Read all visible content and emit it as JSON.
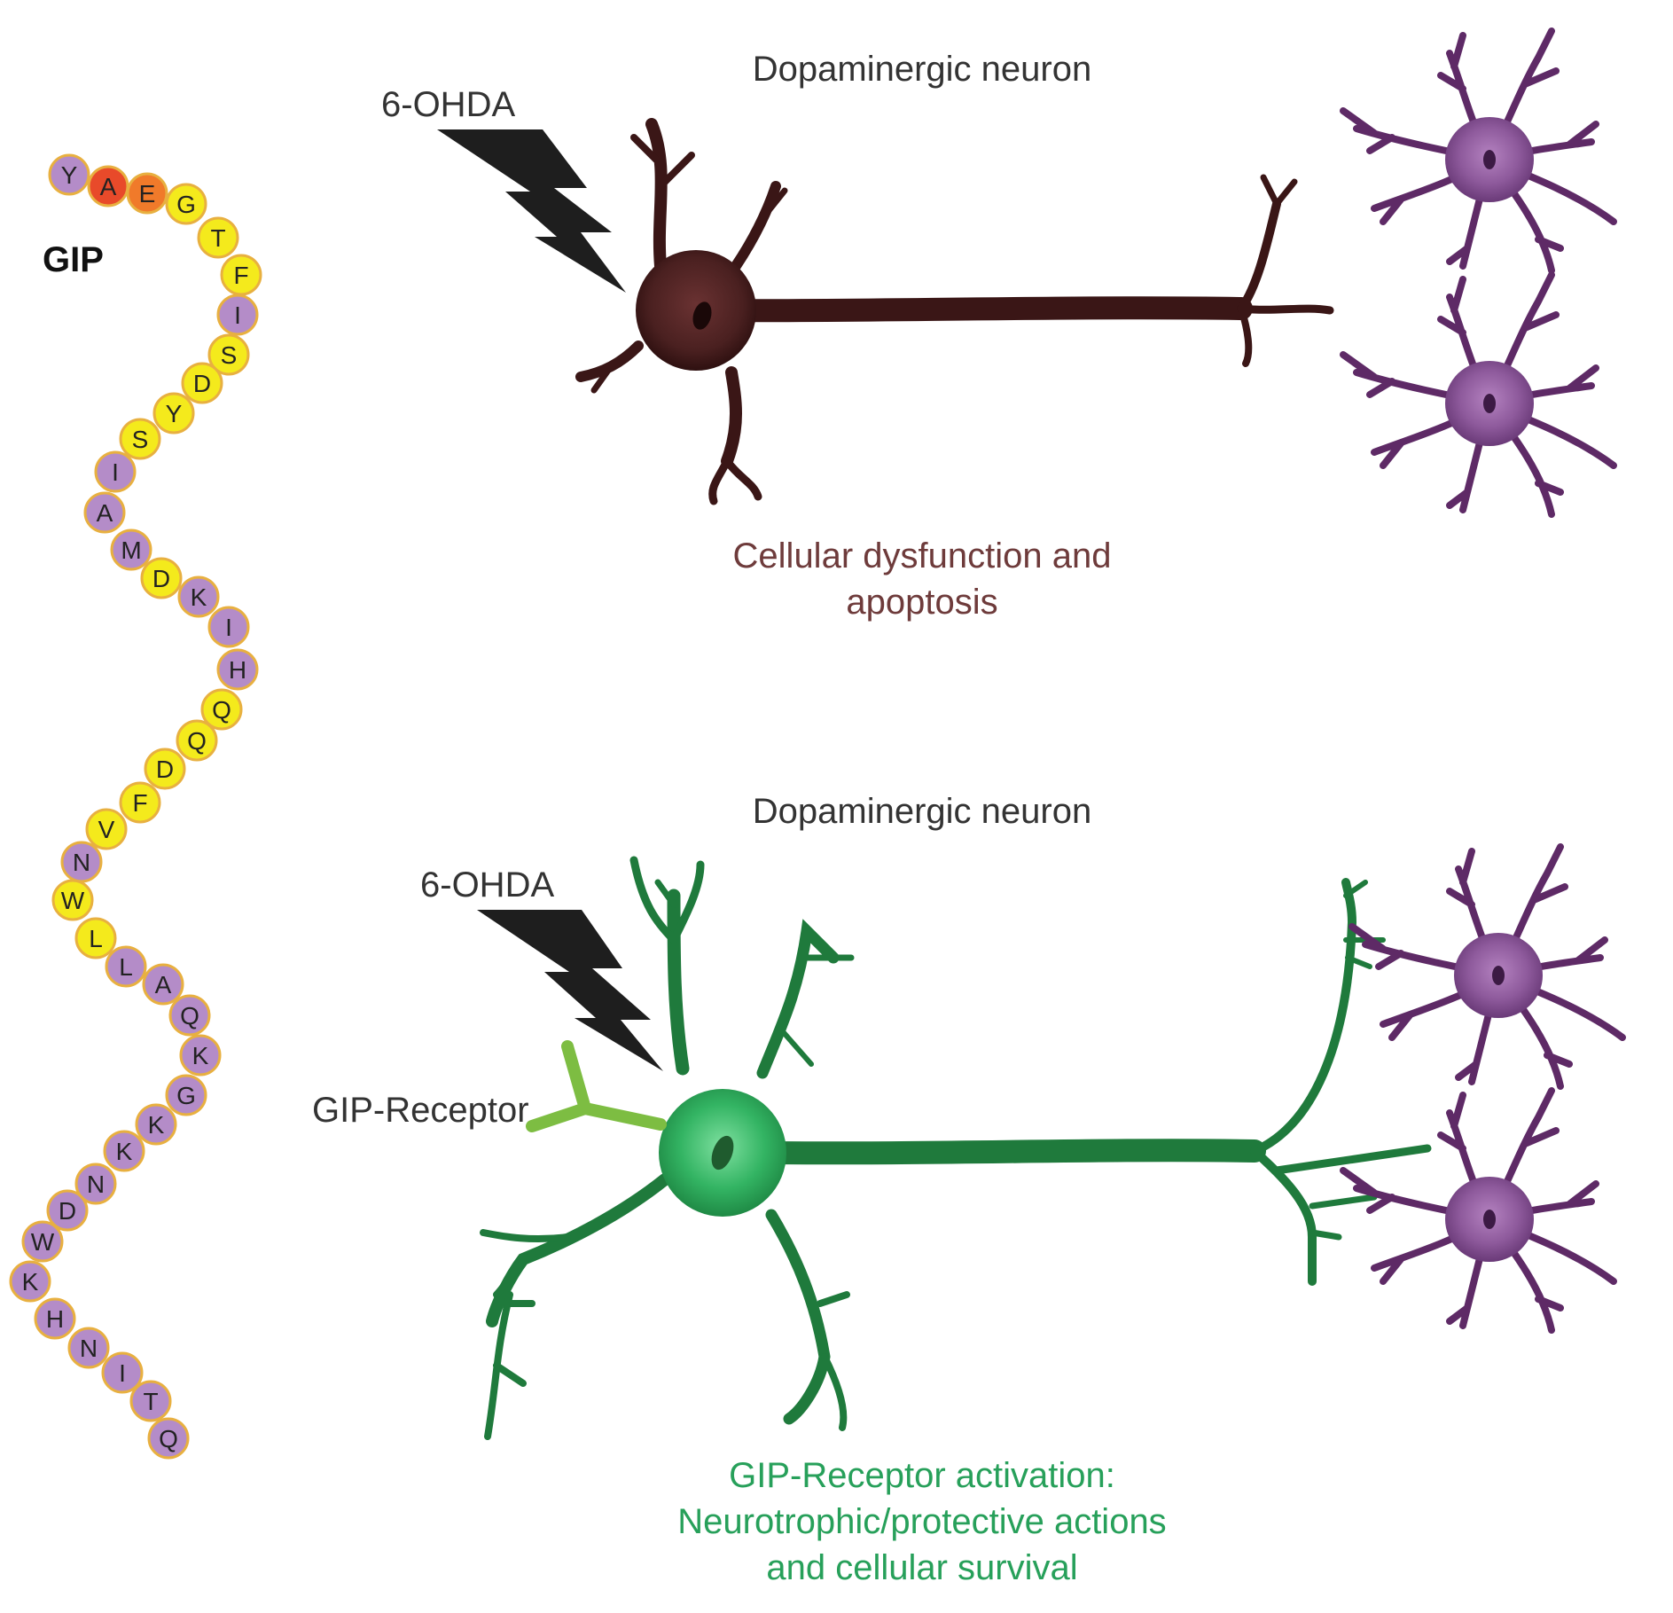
{
  "peptide": {
    "title": "GIP",
    "sequence": [
      "Y",
      "A",
      "E",
      "G",
      "T",
      "F",
      "I",
      "S",
      "D",
      "Y",
      "S",
      "I",
      "A",
      "M",
      "D",
      "K",
      "I",
      "H",
      "Q",
      "Q",
      "D",
      "F",
      "V",
      "N",
      "W",
      "L",
      "L",
      "A",
      "Q",
      "K",
      "G",
      "K",
      "K",
      "N",
      "D",
      "W",
      "K",
      "H",
      "N",
      "I",
      "T",
      "Q"
    ],
    "colors": {
      "purple": "#b48cc8",
      "yellow": "#f4ea1c",
      "orange": "#f07a2a",
      "red": "#e84a2a",
      "outline": "#e8b040"
    },
    "residue_color_keys": [
      "purple",
      "red",
      "orange",
      "yellow",
      "yellow",
      "yellow",
      "purple",
      "yellow",
      "yellow",
      "yellow",
      "yellow",
      "purple",
      "purple",
      "purple",
      "yellow",
      "purple",
      "purple",
      "purple",
      "yellow",
      "yellow",
      "yellow",
      "yellow",
      "yellow",
      "purple",
      "yellow",
      "yellow",
      "purple",
      "purple",
      "purple",
      "purple",
      "purple",
      "purple",
      "purple",
      "purple",
      "purple",
      "purple",
      "purple",
      "purple",
      "purple",
      "purple",
      "purple",
      "purple"
    ]
  },
  "top_panel": {
    "title": "Dopaminergic neuron",
    "toxin_label": "6-OHDA",
    "caption_line1": "Cellular dysfunction and",
    "caption_line2": "apoptosis",
    "caption_color": "#6e3b3b",
    "neuron_color": "#3a1616"
  },
  "bottom_panel": {
    "title": "Dopaminergic neuron",
    "toxin_label": "6-OHDA",
    "receptor_label": "GIP-Receptor",
    "caption_line1": "GIP-Receptor activation:",
    "caption_line2": "Neurotrophic/protective actions",
    "caption_line3": "and cellular survival",
    "caption_color": "#27a05a",
    "neuron_color": "#1f7a3c",
    "receptor_color": "#7dbd42"
  },
  "colors": {
    "target_neuron": "#5e2a66",
    "lightning": "#1e1e1e",
    "label_text": "#333333"
  }
}
